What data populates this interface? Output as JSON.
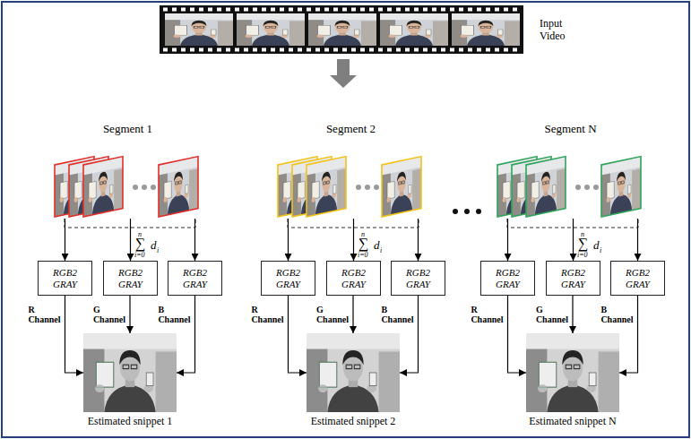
{
  "diagram": {
    "nodes": [
      {
        "text": [
          "Input Video"
        ]
      },
      {
        "text": [
          "Segment 1"
        ]
      },
      {
        "text": [
          "RGB2 GRAY"
        ]
      },
      {
        "text": [
          "RGB2 GRAY"
        ]
      },
      {
        "text": [
          "RGB2 GRAY"
        ]
      },
      {
        "text": [
          "Estimated snippet 1"
        ]
      },
      {
        "text": [
          "Segment 2"
        ]
      },
      {
        "text": [
          "RGB2 GRAY"
        ]
      },
      {
        "text": [
          "RGB2 GRAY"
        ]
      },
      {
        "text": [
          "RGB2 GRAY"
        ]
      },
      {
        "text": [
          "Estimated snippet 2"
        ]
      },
      {
        "text": [
          "Segment N"
        ]
      },
      {
        "text": [
          "RGB2 GRAY"
        ]
      },
      {
        "text": [
          "RGB2 GRAY"
        ]
      },
      {
        "text": [
          "RGB2 GRAY"
        ]
      },
      {
        "text": [
          "Estimated snippet N"
        ]
      }
    ],
    "edges": [
      {
        "from": 1,
        "to": 2,
        "arrow": "to"
      },
      {
        "from": 1,
        "to": 3,
        "arrow": "to"
      },
      {
        "from": 1,
        "to": 4,
        "arrow": "to"
      },
      {
        "from": 2,
        "to": 5,
        "label": "R Channel",
        "arrow": "to"
      },
      {
        "from": 3,
        "to": 5,
        "label": "G Channel",
        "arrow": "to"
      },
      {
        "from": 4,
        "to": 5,
        "label": "B Channel",
        "arrow": "to"
      },
      {
        "from": 6,
        "to": 7,
        "arrow": "to"
      },
      {
        "from": 6,
        "to": 8,
        "arrow": "to"
      },
      {
        "from": 6,
        "to": 9,
        "arrow": "to"
      },
      {
        "from": 7,
        "to": 10,
        "label": "R Channel",
        "arrow": "to"
      },
      {
        "from": 8,
        "to": 10,
        "label": "G Channel",
        "arrow": "to"
      },
      {
        "from": 9,
        "to": 10,
        "label": "B Channel",
        "arrow": "to"
      },
      {
        "from": 11,
        "to": 12,
        "arrow": "to"
      },
      {
        "from": 11,
        "to": 13,
        "arrow": "to"
      },
      {
        "from": 11,
        "to": 14,
        "arrow": "to"
      },
      {
        "from": 12,
        "to": 15,
        "label": "R Channel",
        "arrow": "to"
      },
      {
        "from": 13,
        "to": 15,
        "label": "G Channel",
        "arrow": "to"
      },
      {
        "from": 14,
        "to": 15,
        "label": "B Channel",
        "arrow": "to"
      }
    ],
    "labels": [
      "n",
      "∑",
      "i=0",
      "d",
      "i",
      "n",
      "∑",
      "i=0",
      "d",
      "i",
      "n",
      "∑",
      "i=0",
      "d",
      "i"
    ]
  }
}
